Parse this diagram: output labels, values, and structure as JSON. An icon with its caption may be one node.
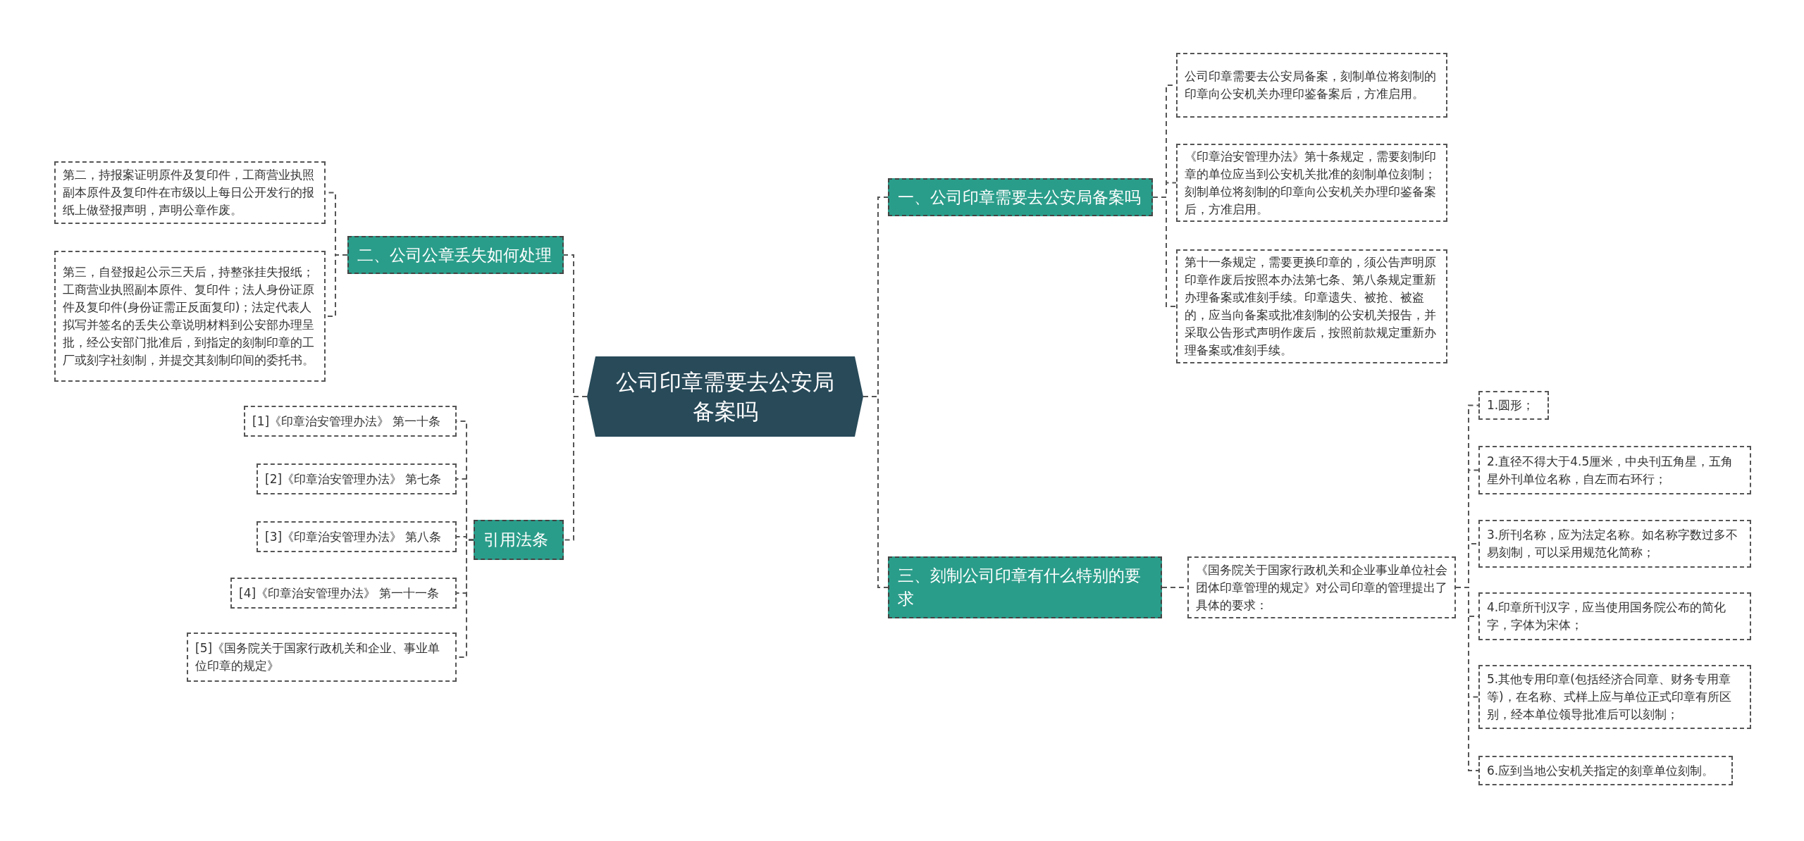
{
  "diagram": {
    "nodes": [
      {
        "text": [
          "公司印章需要去公安局备案吗"
        ]
      },
      {
        "text": [
          "一、公司印章需要去公安局备案吗"
        ]
      },
      {
        "text": [
          "公司印章需要去公安局备案，刻制单位将刻制的印章向公安机关办理印鉴备案后，方准启用。"
        ]
      },
      {
        "text": [
          "《印章治安管理办法》第十条规定，需要刻制印章的单位应当到公安机关批准的刻制单位刻制；刻制单位将刻制的印章向公安机关办理印鉴备案后，方准启用。"
        ]
      },
      {
        "text": [
          "第十一条规定，需要更换印章的，须公告声明原印章作废后按照本办法第七条、第八条规定重新办理备案或准刻手续。印章遗失、被抢、被盗的，应当向备案或批准刻制的公安机关报告，并采取公告形式声明作废后，按照前款规定重新办理备案或准刻手续。"
        ]
      },
      {
        "text": [
          "三、刻制公司印章有什么特别的要求"
        ]
      },
      {
        "text": [
          "《国务院关于国家行政机关和企业事业单位社会团体印章管理的规定》对公司印章的管理提出了具体的要求："
        ]
      },
      {
        "text": [
          "1.圆形；"
        ]
      },
      {
        "text": [
          "2.直径不得大于4.5厘米，中央刊五角星，五角星外刊单位名称，自左而右环行；"
        ]
      },
      {
        "text": [
          "3.所刊名称，应为法定名称。如名称字数过多不易刻制，可以采用规范化简称；"
        ]
      },
      {
        "text": [
          "4.印章所刊汉字，应当使用国务院公布的简化字，字体为宋体；"
        ]
      },
      {
        "text": [
          "5.其他专用印章(包括经济合同章、财务专用章等)，在名称、式样上应与单位正式印章有所区别，经本单位领导批准后可以刻制；"
        ]
      },
      {
        "text": [
          "6.应到当地公安机关指定的刻章单位刻制。"
        ]
      },
      {
        "text": [
          "二、公司公章丢失如何处理"
        ]
      },
      {
        "text": [
          "第二，持报案证明原件及复印件，工商营业执照副本原件及复印件在市级以上每日公开发行的报纸上做登报声明，声明公章作废。"
        ]
      },
      {
        "text": [
          "第三，自登报起公示三天后，持整张挂失报纸；工商营业执照副本原件、复印件；法人身份证原件及复印件(身份证需正反面复印)；法定代表人拟写并签名的丢失公章说明材料到公安部办理呈批，经公安部门批准后，到指定的刻制印章的工厂或刻字社刻制，并提交其刻制印间的委托书。"
        ]
      },
      {
        "text": [
          "引用法条"
        ]
      },
      {
        "text": [
          "[1]《印章治安管理办法》 第一十条"
        ]
      },
      {
        "text": [
          "[2]《印章治安管理办法》 第七条"
        ]
      },
      {
        "text": [
          "[3]《印章治安管理办法》 第八条"
        ]
      },
      {
        "text": [
          "[4]《印章治安管理办法》 第一十一条"
        ]
      },
      {
        "text": [
          "[5]《国务院关于国家行政机关和企业、事业单位印章的规定》"
        ]
      }
    ],
    "edges": [
      {
        "from": 0,
        "to": 1,
        "arrow": "none"
      },
      {
        "from": 1,
        "to": 2,
        "arrow": "none"
      },
      {
        "from": 1,
        "to": 3,
        "arrow": "none"
      },
      {
        "from": 1,
        "to": 4,
        "arrow": "none"
      },
      {
        "from": 0,
        "to": 5,
        "arrow": "none"
      },
      {
        "from": 5,
        "to": 6,
        "arrow": "none"
      },
      {
        "from": 6,
        "to": 7,
        "arrow": "none"
      },
      {
        "from": 6,
        "to": 8,
        "arrow": "none"
      },
      {
        "from": 6,
        "to": 9,
        "arrow": "none"
      },
      {
        "from": 6,
        "to": 10,
        "arrow": "none"
      },
      {
        "from": 6,
        "to": 11,
        "arrow": "none"
      },
      {
        "from": 6,
        "to": 12,
        "arrow": "none"
      },
      {
        "from": 0,
        "to": 13,
        "arrow": "none"
      },
      {
        "from": 13,
        "to": 14,
        "arrow": "none"
      },
      {
        "from": 13,
        "to": 15,
        "arrow": "none"
      },
      {
        "from": 0,
        "to": 16,
        "arrow": "none"
      },
      {
        "from": 16,
        "to": 17,
        "arrow": "none"
      },
      {
        "from": 16,
        "to": 18,
        "arrow": "none"
      },
      {
        "from": 16,
        "to": 19,
        "arrow": "none"
      },
      {
        "from": 16,
        "to": 20,
        "arrow": "none"
      },
      {
        "from": 16,
        "to": 21,
        "arrow": "none"
      }
    ]
  }
}
